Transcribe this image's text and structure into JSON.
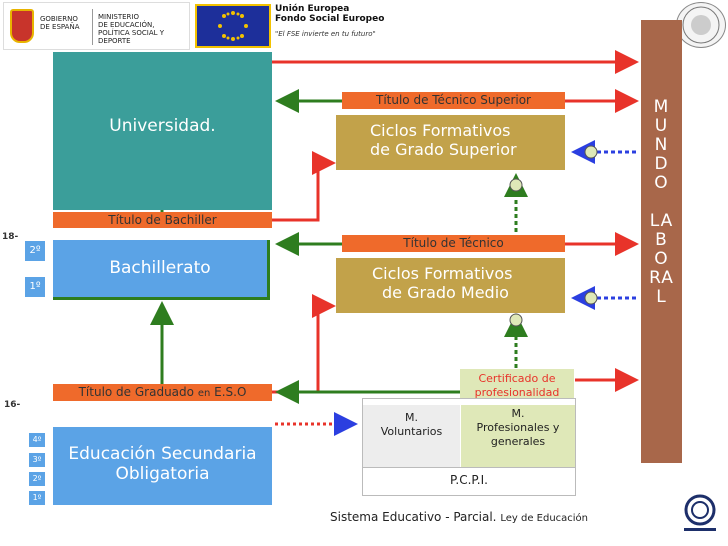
{
  "header": {
    "gov_logo_left": "GOBIERNO\nDE ESPAÑA",
    "gov_logo_right": "MINISTERIO\nDE EDUCACIÓN,\nPOLÍTICA SOCIAL Y DEPORTE",
    "eu_title_1": "Unión Europea",
    "eu_title_2": "Fondo Social Europeo",
    "eu_motto": "\"El FSE invierte en tu futuro\""
  },
  "universidad": {
    "label": "Universidad."
  },
  "titulo_bachiller": {
    "label": "Título de Bachiller"
  },
  "bachillerato": {
    "label": "Bachillerato",
    "levels": [
      "2º",
      "1º"
    ]
  },
  "titulo_eso": {
    "label_part1": "Título de Graduado ",
    "label_part2": "en",
    "label_part3": " E.S.O"
  },
  "eso": {
    "label_line1": "Educación Secundaria",
    "label_line2": "Obligatoria",
    "levels": [
      "4º",
      "3º",
      "2º",
      "1º"
    ]
  },
  "ages": {
    "age18": "18-",
    "age16": "16-"
  },
  "titulo_tecnico_superior": {
    "label": "Título de Técnico Superior"
  },
  "cfgs": {
    "line1": "Ciclos Formativos",
    "line2": "de Grado Superior"
  },
  "titulo_tecnico": {
    "label": "Título de Técnico"
  },
  "cfgm": {
    "line1": "Ciclos Formativos",
    "line2": "de Grado Medio"
  },
  "certificado": {
    "line1": "Certificado de",
    "line2": "profesionalidad"
  },
  "pcpi": {
    "voluntarios_line1": "M.",
    "voluntarios_line2": "Voluntarios",
    "profesionales_line1": "M.",
    "profesionales_line2": "Profesionales y",
    "profesionales_line3": "generales",
    "label": "P.C.P.I."
  },
  "mundo_laboral": {
    "lines": [
      "M",
      "U",
      "N",
      "D",
      "O",
      "",
      "LA",
      "B",
      "O",
      "RA",
      "L"
    ]
  },
  "footer": {
    "main": "Sistema Educativo - Parcial.",
    "sub": "Ley de Educación"
  },
  "colors": {
    "teal": "#3b9e9a",
    "blue": "#5ba3e6",
    "gold": "#c2a24a",
    "orange": "#ef6a2b",
    "red_arrow": "#e8332a",
    "green_arrow": "#2e7d1f",
    "mundo": "#a8674a"
  }
}
